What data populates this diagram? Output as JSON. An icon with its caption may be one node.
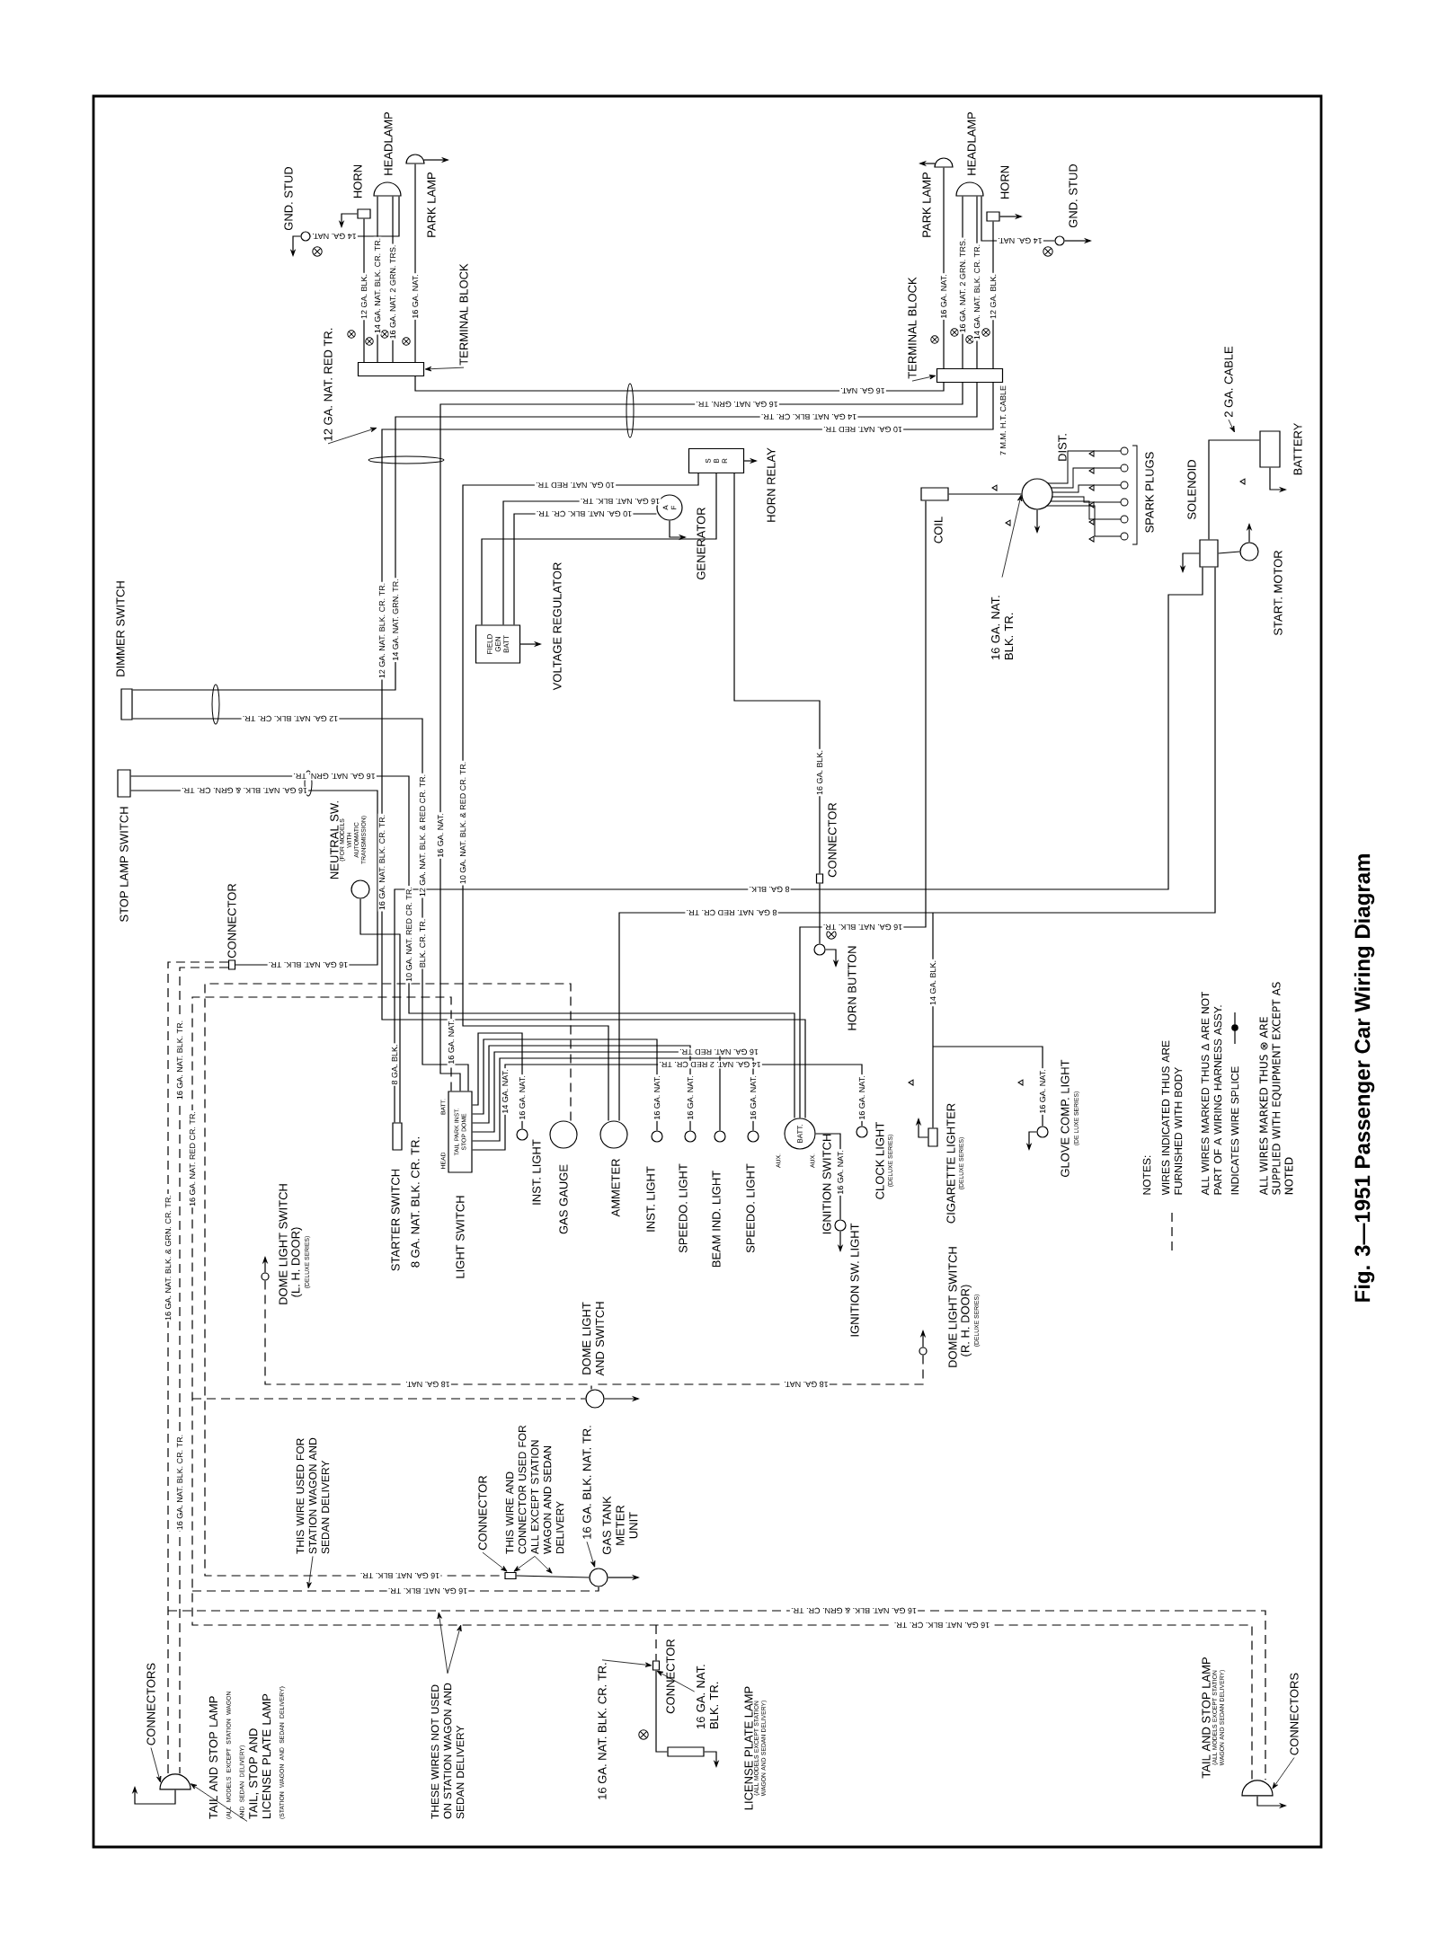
{
  "diagram": {
    "caption": "Fig. 3—1951 Passenger Car Wiring Diagram",
    "nodes": [
      {
        "text": [],
        "shape": "circle",
        "beside": [
          "GND. STUD"
        ]
      },
      {
        "text": [],
        "shape": "box",
        "beside": [
          "HORN"
        ]
      },
      {
        "text": [],
        "shape": "semicircle",
        "beside": [
          "HEADLAMP"
        ]
      },
      {
        "text": [],
        "shape": "semicircle",
        "beside": [
          "PARK LAMP"
        ]
      },
      {
        "text": [],
        "shape": "box"
      },
      {
        "text": [
          "TERMINAL BLOCK"
        ]
      },
      {
        "text": [],
        "shape": "semicircle",
        "beside": [
          "PARK LAMP"
        ]
      },
      {
        "text": [],
        "shape": "semicircle",
        "beside": [
          "HEADLAMP"
        ]
      },
      {
        "text": [],
        "shape": "box",
        "beside": [
          "HORN"
        ]
      },
      {
        "text": [],
        "shape": "circle",
        "beside": [
          "GND. STUD"
        ]
      },
      {
        "text": [],
        "shape": "box"
      },
      {
        "text": [
          "TERMINAL BLOCK"
        ]
      },
      {
        "text": [
          "S",
          "B",
          "R"
        ],
        "beside": [
          "HORN RELAY"
        ]
      },
      {
        "text": [
          "A",
          "F"
        ],
        "beside": [
          "GENERATOR"
        ]
      },
      {
        "text": [
          "FIELD",
          "GEN",
          "BATT"
        ],
        "beside": [
          "VOLTAGE REGULATOR"
        ]
      },
      {
        "text": [],
        "shape": "box",
        "beside": [
          "DIMMER SWITCH"
        ]
      },
      {
        "text": [],
        "shape": "box",
        "beside": [
          "STOP LAMP SWITCH"
        ]
      },
      {
        "text": [],
        "shape": "circle",
        "beside": [
          "NEUTRAL SW.",
          "(FOR MODELS WITH AUTOMATIC TRANSMISSION)"
        ]
      },
      {
        "text": [],
        "shape": "box",
        "beside": [
          "CONNECTOR"
        ]
      },
      {
        "text": [],
        "shape": "box",
        "beside": [
          "COIL"
        ]
      },
      {
        "text": [],
        "shape": "circle",
        "beside": [
          "DIST."
        ]
      },
      {
        "text": [],
        "shape": "box",
        "beside": [
          "SOLENOID"
        ]
      },
      {
        "text": [],
        "shape": "circle",
        "beside": [
          "START. MOTOR"
        ]
      },
      {
        "text": [],
        "shape": "box",
        "beside": [
          "BATTERY"
        ]
      },
      {
        "text": [],
        "shape": "box",
        "beside": [
          "CONNECTOR"
        ]
      },
      {
        "text": [],
        "shape": "circle",
        "beside": [
          "HORN BUTTON"
        ]
      },
      {
        "text": [],
        "shape": "box",
        "beside": [
          "STARTER SWITCH"
        ]
      },
      {
        "text": [
          "TAIL",
          "PARK",
          "INST.",
          "STOP",
          "DOME"
        ],
        "beside": [
          "LIGHT SWITCH",
          "HEAD",
          "BATT."
        ]
      },
      {
        "text": [],
        "shape": "circle",
        "beside": [
          "INST. LIGHT"
        ]
      },
      {
        "text": [],
        "shape": "circle",
        "beside": [
          "GAS GAUGE"
        ]
      },
      {
        "text": [],
        "shape": "circle",
        "beside": [
          "AMMETER"
        ]
      },
      {
        "text": [],
        "shape": "circle",
        "beside": [
          "INST. LIGHT"
        ]
      },
      {
        "text": [],
        "shape": "circle",
        "beside": [
          "SPEEDO. LIGHT"
        ]
      },
      {
        "text": [],
        "shape": "circle",
        "beside": [
          "BEAM IND. LIGHT"
        ]
      },
      {
        "text": [],
        "shape": "circle",
        "beside": [
          "SPEEDO. LIGHT"
        ]
      },
      {
        "text": [
          "BATT."
        ],
        "beside": [
          "IGNITION SWITCH"
        ]
      },
      {
        "text": [],
        "shape": "circle",
        "beside": [
          "CLOCK LIGHT",
          "(DELUXE SERIES)"
        ]
      },
      {
        "text": [],
        "shape": "circle",
        "beside": [
          "IGNITION SW. LIGHT"
        ]
      },
      {
        "text": [],
        "shape": "box",
        "beside": [
          "CIGARETTE LIGHTER",
          "(DELUXE SERIES)"
        ]
      },
      {
        "text": [],
        "shape": "circle",
        "beside": [
          "GLOVE COMP. LIGHT",
          "(DE LUXE SERIES)"
        ]
      },
      {
        "text": [],
        "shape": "circle",
        "beside": [
          "DOME LIGHT SWITCH",
          "(L. H. DOOR)",
          "(DELUXE SERIES)"
        ]
      },
      {
        "text": [],
        "shape": "circle",
        "beside": [
          "DOME LIGHT AND SWITCH"
        ]
      },
      {
        "text": [],
        "shape": "circle",
        "beside": [
          "DOME LIGHT SWITCH",
          "(R. H. DOOR)",
          "(DELUXE SERIES)"
        ]
      },
      {
        "text": [],
        "shape": "box"
      },
      {
        "text": [
          "CONNECTOR"
        ]
      },
      {
        "text": [
          "THIS WIRE AND CONNECTOR USED FOR ALL EXCEPT STATION WAGON AND SEDAN DELIVERY"
        ]
      },
      {
        "text": [
          "16 GA. BLK. NAT. TR."
        ]
      },
      {
        "text": [],
        "shape": "circle",
        "beside": [
          "GAS TANK METER UNIT"
        ]
      },
      {
        "text": [
          "THIS WIRE USED FOR STATION WAGON AND SEDAN DELIVERY"
        ]
      },
      {
        "text": [
          "CONNECTORS"
        ]
      },
      {
        "text": [],
        "shape": "semicircle"
      },
      {
        "text": [
          "TAIL AND STOP LAMP",
          "(ALL MODELS EXCEPT STATION WAGON AND SEDAN DELIVERY)",
          "TAIL, STOP AND LICENSE PLATE LAMP",
          "(STATION WAGON AND SEDAN DELIVERY)"
        ]
      },
      {
        "text": [
          "THESE WIRES NOT USED ON STATION WAGON AND SEDAN DELIVERY"
        ]
      },
      {
        "text": [
          "16 GA. NAT. BLK. CR. TR."
        ]
      },
      {
        "text": [],
        "shape": "box",
        "beside": [
          "CONNECTOR"
        ]
      },
      {
        "text": [
          "16 GA. NAT. BLK. TR."
        ]
      },
      {
        "text": [],
        "shape": "box",
        "beside": [
          "LICENSE PLATE LAMP",
          "(ALL MODELS EXCEPT STATION WAGON AND SEDAN DELIVERY)"
        ]
      },
      {
        "text": [],
        "shape": "semicircle",
        "beside": [
          "TAIL AND STOP LAMP",
          "(ALL MODELS EXCEPT STATION WAGON AND SEDAN DELIVERY)"
        ]
      },
      {
        "text": [
          "CONNECTORS"
        ]
      },
      {
        "text": [
          "12 GA. NAT. RED TR."
        ]
      },
      {
        "text": [
          "16 GA. NAT. BLK. TR."
        ]
      },
      {
        "text": [
          "2 GA. CABLE"
        ]
      }
    ],
    "edges": [
      {
        "from": 0,
        "to": 2,
        "arrow": "none",
        "label": "14 GA. NAT."
      },
      {
        "from": 4,
        "to": 1,
        "arrow": "none",
        "label": "12 GA. BLK."
      },
      {
        "from": 4,
        "to": 2,
        "arrow": "none",
        "label": "14 GA. NAT. BLK. CR. TR."
      },
      {
        "from": 4,
        "to": 2,
        "arrow": "none",
        "label": "16 GA. NAT. 2 GRN. TRS."
      },
      {
        "from": 4,
        "to": 3,
        "arrow": "none",
        "label": "16 GA. NAT."
      },
      {
        "from": 4,
        "to": 10,
        "arrow": "none",
        "label": "16 GA. NAT."
      },
      {
        "from": 10,
        "to": 6,
        "arrow": "none",
        "label": "16 GA. NAT."
      },
      {
        "from": 10,
        "to": 7,
        "arrow": "none",
        "label": "16 GA. NAT. 2 GRN. TRS."
      },
      {
        "from": 10,
        "to": 7,
        "arrow": "none",
        "label": "14 GA. NAT. BLK. CR. TR."
      },
      {
        "from": 10,
        "to": 8,
        "arrow": "none",
        "label": "12 GA. BLK."
      },
      {
        "from": 9,
        "to": 7,
        "arrow": "none",
        "label": "14 GA. NAT."
      },
      {
        "from": 10,
        "to": 27,
        "arrow": "none",
        "label": "16 GA. NAT. GRN. TR."
      },
      {
        "from": 10,
        "to": 15,
        "arrow": "none",
        "label": "14 GA. NAT. BLK. CR. TR."
      },
      {
        "from": 10,
        "to": 35,
        "arrow": "none",
        "label": "10 GA. NAT. RED TR."
      },
      {
        "from": 12,
        "to": 30,
        "arrow": "none",
        "label": "10 GA. NAT. RED TR."
      },
      {
        "from": 13,
        "to": 14,
        "arrow": "none",
        "label": "16 GA. NAT. BLK. TR."
      },
      {
        "from": 13,
        "to": 14,
        "arrow": "none",
        "label": "10 GA. NAT. BLK. CR. TR."
      },
      {
        "from": 14,
        "to": 12,
        "arrow": "none"
      },
      {
        "from": 15,
        "to": 27,
        "arrow": "none",
        "label": "12 GA. NAT. BLK. CR. TR."
      },
      {
        "from": 16,
        "to": 35,
        "arrow": "none",
        "label": "16 GA. NAT. GRN. TR."
      },
      {
        "from": 16,
        "to": 18,
        "arrow": "none",
        "label": "16 GA. NAT. BLK. & GRN. CR. TR."
      },
      {
        "from": 17,
        "to": 26,
        "arrow": "none"
      },
      {
        "from": 26,
        "to": 21,
        "arrow": "none",
        "label": "8 GA. BLK."
      },
      {
        "from": 30,
        "to": 21,
        "arrow": "none",
        "label": "8 GA. NAT. RED CR. TR."
      },
      {
        "from": 12,
        "to": 24,
        "arrow": "none",
        "label": "16 GA. BLK."
      },
      {
        "from": 24,
        "to": 25,
        "arrow": "none"
      },
      {
        "from": 35,
        "to": 19,
        "arrow": "none",
        "label": "16 GA. NAT. BLK. TR."
      },
      {
        "from": 19,
        "to": 20,
        "arrow": "none"
      },
      {
        "from": 21,
        "to": 23,
        "arrow": "none"
      },
      {
        "from": 21,
        "to": 22,
        "arrow": "none"
      },
      {
        "from": 27,
        "to": 28,
        "arrow": "none",
        "label": "16 GA. NAT."
      },
      {
        "from": 27,
        "to": 31,
        "arrow": "none",
        "label": "16 GA. NAT."
      },
      {
        "from": 27,
        "to": 32,
        "arrow": "none",
        "label": "16 GA. NAT."
      },
      {
        "from": 27,
        "to": 33,
        "arrow": "none"
      },
      {
        "from": 27,
        "to": 34,
        "arrow": "none",
        "label": "16 GA. NAT."
      },
      {
        "from": 27,
        "to": 36,
        "arrow": "none",
        "label": "16 GA. NAT."
      },
      {
        "from": 35,
        "to": 37,
        "arrow": "none",
        "label": "16 GA. NAT."
      },
      {
        "from": null,
        "to": 38,
        "arrow": "none",
        "label": "14 GA. BLK."
      },
      {
        "from": null,
        "to": 39,
        "arrow": "none",
        "label": "16 GA. NAT."
      },
      {
        "from": 18,
        "to": 50,
        "arrow": "none",
        "style": "dashed",
        "label": "16 GA. NAT. BLK. & GRN. CR. TR."
      },
      {
        "from": 18,
        "to": 50,
        "arrow": "none",
        "style": "dashed",
        "label": "16 GA. NAT. BLK. TR."
      },
      {
        "from": null,
        "to": 57,
        "arrow": "none",
        "style": "dashed",
        "label": "16 GA. NAT. BLK. & GRN. CR. TR."
      },
      {
        "from": 27,
        "to": 57,
        "arrow": "none",
        "style": "dashed",
        "label": "16 GA. NAT. BLK. CR. TR."
      },
      {
        "from": null,
        "to": 54,
        "arrow": "none",
        "style": "dashed"
      },
      {
        "from": 54,
        "to": 56,
        "arrow": "none"
      },
      {
        "from": 40,
        "to": 41,
        "arrow": "none",
        "style": "dashed",
        "label": "18 GA. NAT."
      },
      {
        "from": 42,
        "to": 41,
        "arrow": "none",
        "style": "dashed",
        "label": "18 GA. NAT."
      },
      {
        "from": null,
        "to": 41,
        "arrow": "none",
        "style": "dashed"
      },
      {
        "from": 29,
        "to": 43,
        "arrow": "none",
        "style": "dashed",
        "label": "16 GA. NAT. BLK. TR."
      },
      {
        "from": 43,
        "to": 47,
        "arrow": "none"
      },
      {
        "from": null,
        "to": 47,
        "arrow": "none",
        "style": "dashed",
        "label": "16 GA. NAT. BLK. TR."
      },
      {
        "from": 0,
        "to": null,
        "arrow": "to"
      },
      {
        "from": 1,
        "to": null,
        "arrow": "to"
      },
      {
        "from": 3,
        "to": null,
        "arrow": "to"
      },
      {
        "from": 6,
        "to": null,
        "arrow": "to"
      },
      {
        "from": 8,
        "to": null,
        "arrow": "to"
      },
      {
        "from": 9,
        "to": null,
        "arrow": "to"
      },
      {
        "from": 12,
        "to": null,
        "arrow": "to"
      },
      {
        "from": 13,
        "to": null,
        "arrow": "to"
      },
      {
        "from": 14,
        "to": null,
        "arrow": "to"
      },
      {
        "from": 20,
        "to": null,
        "arrow": "to"
      },
      {
        "from": 21,
        "to": null,
        "arrow": "to"
      },
      {
        "from": 22,
        "to": null,
        "arrow": "to"
      },
      {
        "from": 23,
        "to": null,
        "arrow": "to"
      },
      {
        "from": 25,
        "to": null,
        "arrow": "to"
      },
      {
        "from": 37,
        "to": null,
        "arrow": "to"
      },
      {
        "from": 38,
        "to": null,
        "arrow": "to"
      },
      {
        "from": 39,
        "to": null,
        "arrow": "to"
      },
      {
        "from": 40,
        "to": null,
        "arrow": "to"
      },
      {
        "from": 41,
        "to": null,
        "arrow": "to"
      },
      {
        "from": 42,
        "to": null,
        "arrow": "to"
      },
      {
        "from": 47,
        "to": null,
        "arrow": "to"
      },
      {
        "from": 50,
        "to": null,
        "arrow": "to"
      },
      {
        "from": 56,
        "to": null,
        "arrow": "to"
      },
      {
        "from": 57,
        "to": null,
        "arrow": "to"
      },
      {
        "from": 5,
        "to": 4,
        "arrow": "to"
      },
      {
        "from": 11,
        "to": 10,
        "arrow": "to"
      },
      {
        "from": 44,
        "to": 43,
        "arrow": "to"
      },
      {
        "from": 45,
        "to": 43,
        "arrow": "to"
      },
      {
        "from": 45,
        "to": null,
        "arrow": "to"
      },
      {
        "from": 46,
        "to": 47,
        "arrow": "to"
      },
      {
        "from": 48,
        "to": null,
        "arrow": "to"
      },
      {
        "from": 49,
        "to": 50,
        "arrow": "to"
      },
      {
        "from": 51,
        "to": 50,
        "arrow": "to"
      },
      {
        "from": 52,
        "to": null,
        "arrow": "to"
      },
      {
        "from": 52,
        "to": null,
        "arrow": "to"
      },
      {
        "from": 53,
        "to": 54,
        "arrow": "to"
      },
      {
        "from": 55,
        "to": 54,
        "arrow": "to"
      },
      {
        "from": 58,
        "to": 57,
        "arrow": "to"
      },
      {
        "from": 59,
        "to": null,
        "arrow": "to"
      },
      {
        "from": 60,
        "to": 20,
        "arrow": "to"
      },
      {
        "from": 61,
        "to": null,
        "arrow": "to"
      }
    ],
    "labels": [
      "12 GA. NAT. BLK. CR. TR.",
      "14 GA. NAT. GRN. TR.",
      "7 M.M. H.T. CABLE",
      "SPARK PLUGS",
      "12 GA. NAT. BLK. & RED CR. TR.",
      "16 GA. NAT.",
      "10 GA. NAT. BLK. & RED CR. TR.",
      "10 GA. NAT. RED CR. TR.",
      "16 GA. NAT. BLK. CR. TR.",
      "16 GA. NAT. BLK. TR.",
      "8 GA. BLK.",
      "8 GA. NAT. BLK. CR. TR.",
      "16 GA. NAT.",
      "BLK. CR. TR.",
      "14 GA. NAT.",
      "16 GA. NAT. RED TR.",
      "14 GA. NAT. 2 RED CR. TR.",
      "AUX.",
      "AUX.",
      "16 GA. NAT. BLK. CR. TR.",
      "16 GA. NAT. RED CR. TR.",
      "NOTES:",
      "ALL WIRES MARKED THUS Δ ARE NOT PART OF A WIRING HARNESS ASSY.",
      "ALL WIRES MARKED THUS ⊗ ARE SUPPLIED WITH EQUIPMENT EXCEPT AS NOTED"
    ],
    "legend": [
      {
        "text": "WIRES INDICATED THUS ARE FURNISHED WITH BODY"
      },
      {
        "text": "INDICATES WIRE SPLICE"
      }
    ]
  }
}
